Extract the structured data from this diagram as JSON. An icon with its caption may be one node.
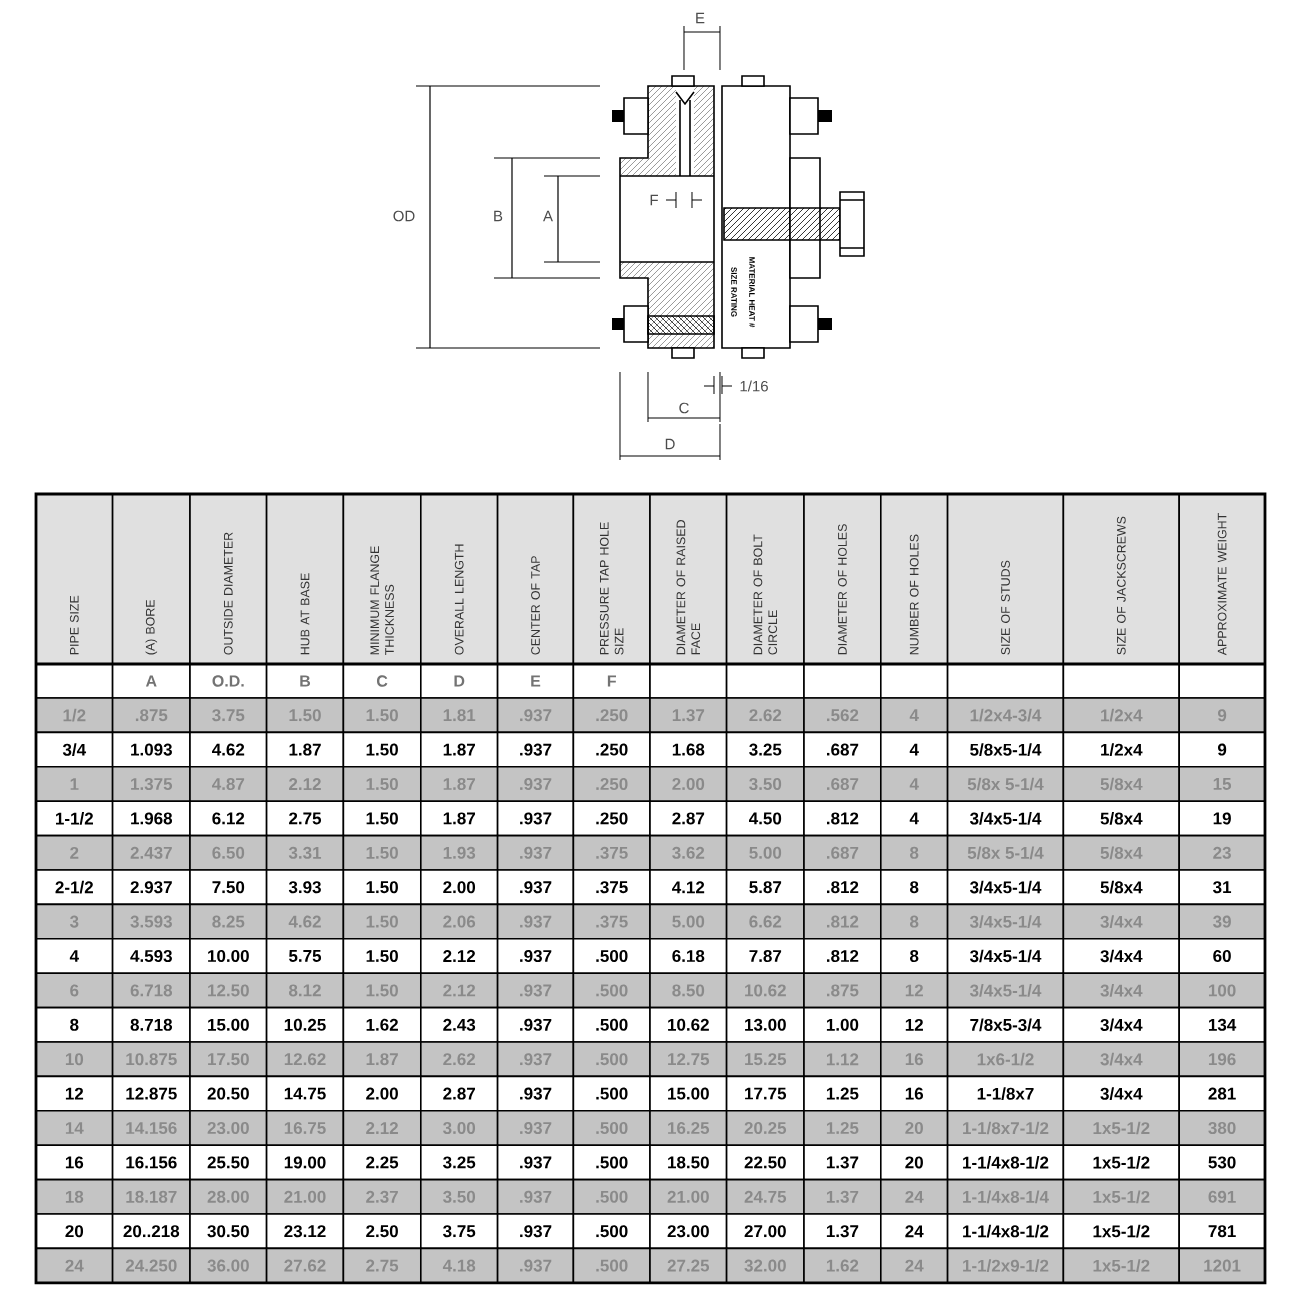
{
  "diagram": {
    "labels": [
      "E",
      "OD",
      "B",
      "A",
      "F",
      "1/16",
      "C",
      "D",
      "SIZE RATING",
      "MATERIAL HEAT #",
      "PIPE SIZE",
      "(A) BORE",
      "OUTSIDE DIAMETER",
      "HUB AT BASE",
      "MINIMUM FLANGE THICKNESS",
      "OVERALL LENGTH",
      "CENTER OF TAP",
      "PRESSURE TAP HOLE SIZE",
      "DIAMETER OF RAISED FACE",
      "DIAMETER OF BOLT CIRCLE",
      "DIAMETER OF HOLES",
      "NUMBER OF HOLES",
      "SIZE OF STUDS",
      "SIZE OF JACKSCREWS",
      "APPROXIMATE WEIGHT",
      "A",
      "O.D.",
      "B",
      "C",
      "D",
      "E",
      "F",
      "1/2",
      ".875",
      "3.75",
      "1.50",
      "1.50",
      "1.81",
      ".937",
      ".250",
      "1.37",
      "2.62",
      ".562",
      "4",
      "1/2x4-3/4",
      "1/2x4",
      "9",
      "3/4",
      "1.093",
      "4.62",
      "1.87",
      "1.50",
      "1.87",
      ".937",
      ".250",
      "1.68",
      "3.25",
      ".687",
      "4",
      "5/8x5-1/4",
      "1/2x4",
      "9",
      "1",
      "1.375",
      "4.87",
      "2.12",
      "1.50",
      "1.87",
      ".937",
      ".250",
      "2.00",
      "3.50",
      ".687",
      "4",
      "5/8x 5-1/4",
      "5/8x4",
      "15",
      "1-1/2",
      "1.968",
      "6.12",
      "2.75",
      "1.50",
      "1.87",
      ".937",
      ".250",
      "2.87",
      "4.50",
      ".812",
      "4",
      "3/4x5-1/4",
      "5/8x4",
      "19",
      "2",
      "2.437",
      "6.50",
      "3.31",
      "1.50",
      "1.93",
      ".937",
      ".375",
      "3.62",
      "5.00",
      ".687",
      "8",
      "5/8x 5-1/4",
      "5/8x4",
      "23",
      "2-1/2",
      "2.937",
      "7.50",
      "3.93",
      "1.50",
      "2.00",
      ".937",
      ".375",
      "4.12",
      "5.87",
      ".812",
      "8",
      "3/4x5-1/4",
      "5/8x4",
      "31",
      "3",
      "3.593",
      "8.25",
      "4.62",
      "1.50",
      "2.06",
      ".937",
      ".375",
      "5.00",
      "6.62",
      ".812",
      "8",
      "3/4x5-1/4",
      "3/4x4",
      "39",
      "4",
      "4.593",
      "10.00",
      "5.75",
      "1.50",
      "2.12",
      ".937",
      ".500",
      "6.18",
      "7.87",
      ".812",
      "8",
      "3/4x5-1/4",
      "3/4x4",
      "60",
      "6",
      "6.718",
      "12.50",
      "8.12",
      "1.50",
      "2.12",
      ".937",
      ".500",
      "8.50",
      "10.62",
      ".875",
      "12",
      "3/4x5-1/4",
      "3/4x4",
      "100",
      "8",
      "8.718",
      "15.00",
      "10.25",
      "1.62",
      "2.43",
      ".937",
      ".500",
      "10.62",
      "13.00",
      "1.00",
      "12",
      "7/8x5-3/4",
      "3/4x4",
      "134",
      "10",
      "10.875",
      "17.50",
      "12.62",
      "1.87",
      "2.62",
      ".937",
      ".500",
      "12.75",
      "15.25",
      "1.12",
      "16",
      "1x6-1/2",
      "3/4x4",
      "196",
      "12",
      "12.875",
      "20.50",
      "14.75",
      "2.00",
      "2.87",
      ".937",
      ".500",
      "15.00",
      "17.75",
      "1.25",
      "16",
      "1-1/8x7",
      "3/4x4",
      "281",
      "14",
      "14.156",
      "23.00",
      "16.75",
      "2.12",
      "3.00",
      ".937",
      ".500",
      "16.25",
      "20.25",
      "1.25",
      "20",
      "1-1/8x7-1/2",
      "1x5-1/2",
      "380",
      "16",
      "16.156",
      "25.50",
      "19.00",
      "2.25",
      "3.25",
      ".937",
      ".500",
      "18.50",
      "22.50",
      "1.37",
      "20",
      "1-1/4x8-1/2",
      "1x5-1/2",
      "530",
      "18",
      "18.187",
      "28.00",
      "21.00",
      "2.37",
      "3.50",
      ".937",
      ".500",
      "21.00",
      "24.75",
      "1.37",
      "24",
      "1-1/4x8-1/4",
      "1x5-1/2",
      "691",
      "20",
      "20..218",
      "30.50",
      "23.12",
      "2.50",
      "3.75",
      ".937",
      ".500",
      "23.00",
      "27.00",
      "1.37",
      "24",
      "1-1/4x8-1/2",
      "1x5-1/2",
      "781",
      "24",
      "24.250",
      "36.00",
      "27.62",
      "2.75",
      "4.18",
      ".937",
      ".500",
      "27.25",
      "32.00",
      "1.62",
      "24",
      "1-1/2x9-1/2",
      "1x5-1/2",
      "1201"
    ]
  }
}
